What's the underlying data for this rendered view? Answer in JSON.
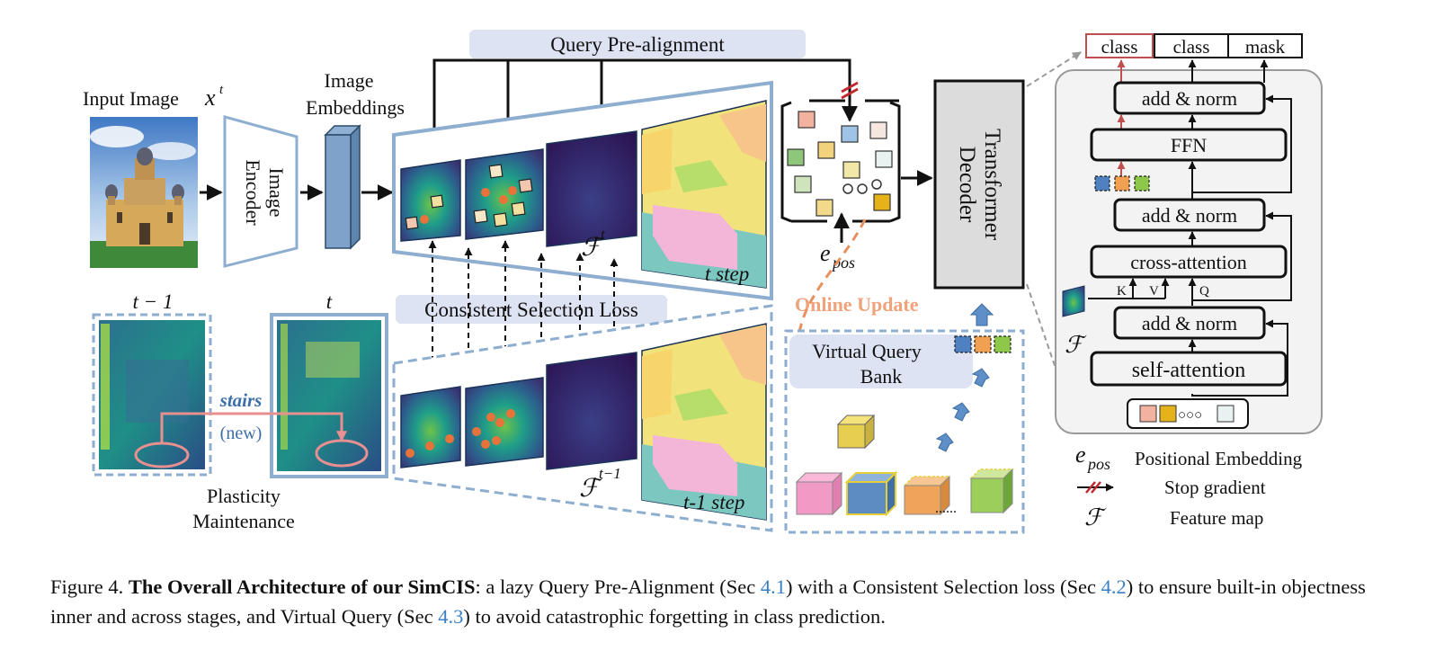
{
  "labels": {
    "input_image": "Input Image",
    "input_image_var": "x",
    "input_image_sup": "t",
    "image_encoder": [
      "Image",
      "Encoder"
    ],
    "image_embeddings": [
      "Image",
      "Embeddings"
    ],
    "query_prealign": "Query Pre-alignment",
    "consistent_selection_loss": "Consistent Selection Loss",
    "feat_t": "ℱ",
    "feat_t_sup": "t",
    "feat_t1_sup": "t−1",
    "t_step": "t step",
    "t1_step": "t-1 step",
    "e_pos": "e",
    "e_pos_sub": "pos",
    "online_update": "Online Update",
    "virtual_query_bank": [
      "Virtual Query",
      "Bank"
    ],
    "dots": "......",
    "transformer_decoder": [
      "Transformer",
      "Decoder"
    ],
    "tm1": "t − 1",
    "t": "t",
    "stairs": "stairs",
    "new": "(new)",
    "plasticity": [
      "Plasticity",
      "Maintenance"
    ]
  },
  "decoder": {
    "outputs": [
      "class",
      "class",
      "mask"
    ],
    "blocks": [
      "add & norm",
      "FFN",
      "add & norm",
      "cross-attention",
      "add & norm",
      "self-attention"
    ],
    "kvq": [
      "K",
      "V",
      "Q"
    ],
    "feature_symbol": "ℱ",
    "queries_ellipsis": "○○○"
  },
  "legend": [
    {
      "symbol": "e",
      "symbol_sub": "pos",
      "text": "Positional Embedding"
    },
    {
      "symbol": "arrow-stop",
      "text": "Stop gradient"
    },
    {
      "symbol": "ℱ",
      "text": "Feature map"
    }
  ],
  "caption": {
    "prefix": "Figure 4.",
    "title": "The Overall Architecture of our SimCIS",
    "text1": ": a lazy Query Pre-Alignment (Sec ",
    "ref1": "4.1",
    "text2": ") with a Consistent Selection loss (Sec ",
    "ref2": "4.2",
    "text3": ") to ensure built-in objectness inner and across stages, and Virtual Query (Sec ",
    "ref3": "4.3",
    "text4": ") to avoid catastrophic forgetting in class prediction."
  },
  "colors": {
    "frame_blue": "#8eaed0",
    "label_bg": "#dde3f3",
    "orange": "#e8915f",
    "orange_text": "#f0a27a",
    "stop_red": "#c0282e",
    "stairs_blue": "#3c6fa8",
    "pink_arrow": "#e7908f"
  }
}
